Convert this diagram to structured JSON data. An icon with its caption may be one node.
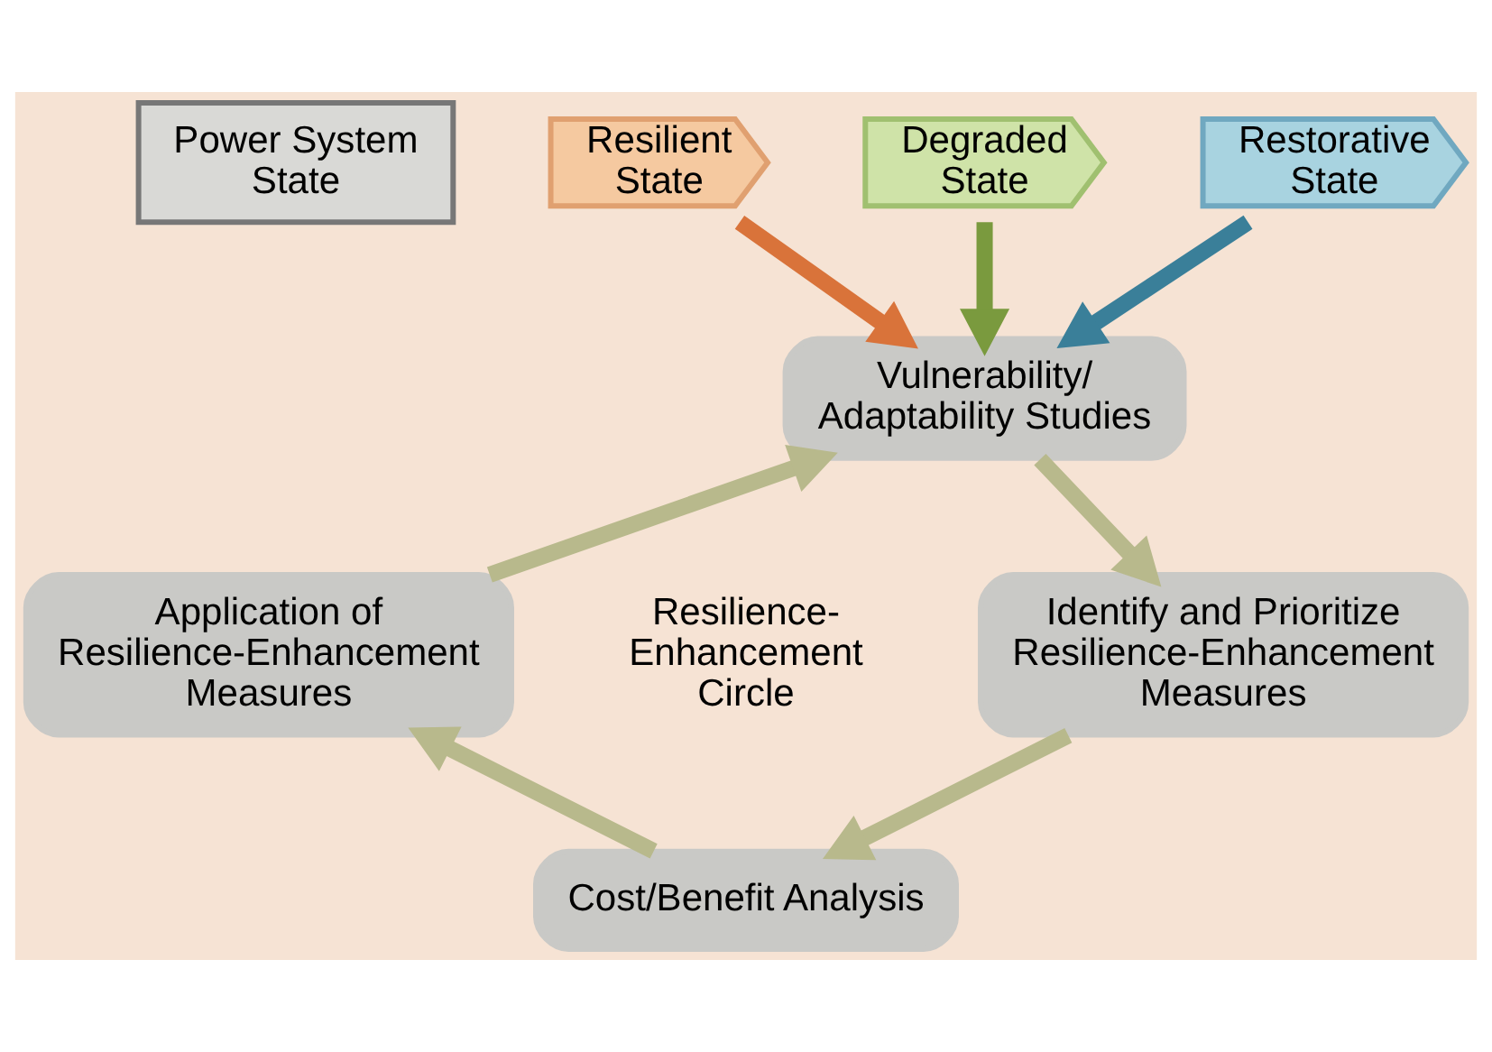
{
  "diagram": {
    "nodes": [
      {
        "text": [
          "Power System State"
        ]
      },
      {
        "text": [
          "Resilient State"
        ]
      },
      {
        "text": [
          "Degraded State"
        ]
      },
      {
        "text": [
          "Restorative State"
        ]
      },
      {
        "text": [
          "Vulnerability/ Adaptability Studies"
        ]
      },
      {
        "text": [
          "Identify and Prioritize Resilience-Enhancement Measures"
        ]
      },
      {
        "text": [
          "Cost/Benefit Analysis"
        ]
      },
      {
        "text": [
          "Application of Resilience-Enhancement Measures"
        ]
      }
    ],
    "edges": [
      {
        "from": 1,
        "to": 4,
        "arrow": "to",
        "color": "#d9733a"
      },
      {
        "from": 2,
        "to": 4,
        "arrow": "to",
        "color": "#7a9a3e"
      },
      {
        "from": 3,
        "to": 4,
        "arrow": "to",
        "color": "#3a7f99"
      },
      {
        "from": 4,
        "to": 5,
        "arrow": "to"
      },
      {
        "from": 5,
        "to": 6,
        "arrow": "to"
      },
      {
        "from": 6,
        "to": 7,
        "arrow": "to"
      },
      {
        "from": 7,
        "to": 4,
        "arrow": "to"
      }
    ],
    "labels": [
      "Resilience- Enhancement Circle"
    ]
  }
}
